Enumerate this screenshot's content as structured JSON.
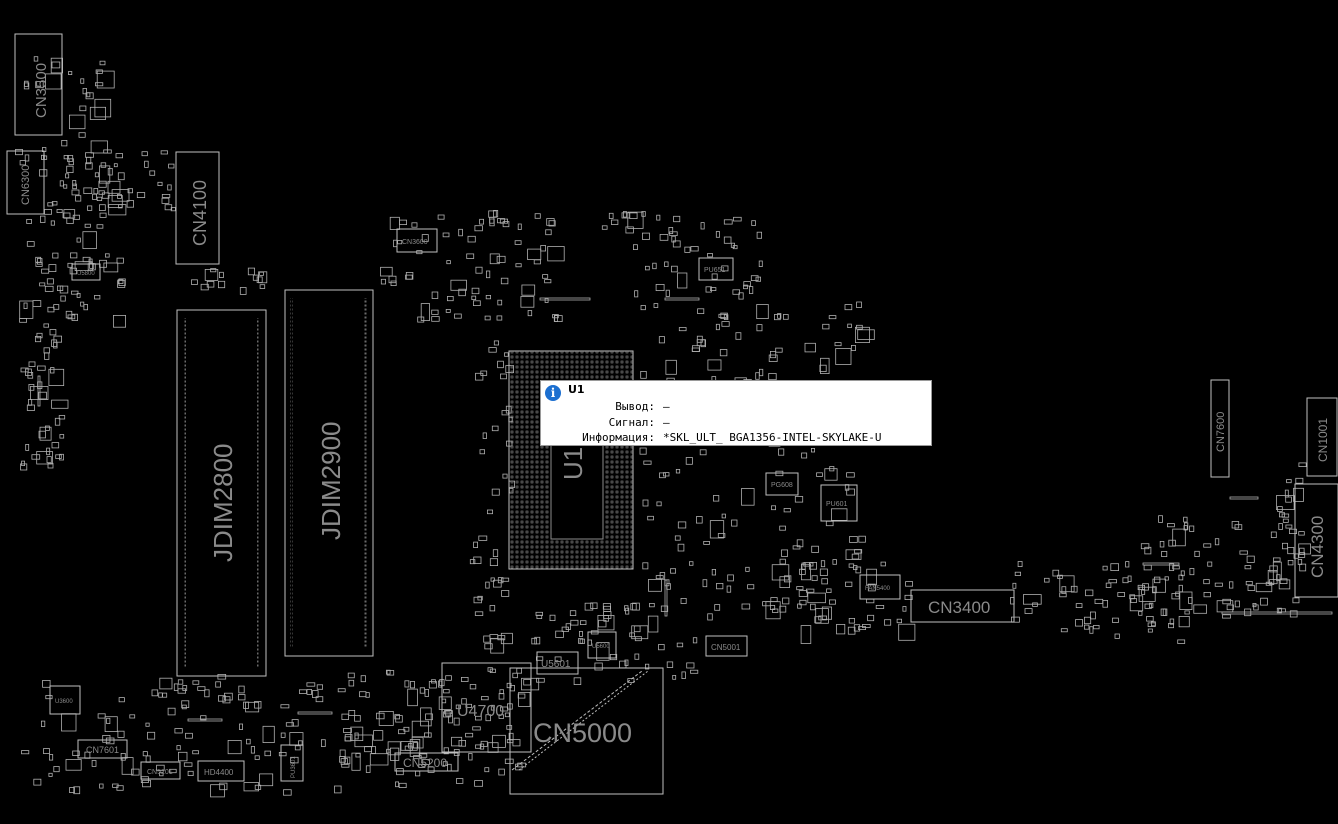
{
  "board": {
    "connectors": {
      "cn3500": "CN3500",
      "cn6300": "CN6300",
      "cn4100": "CN4100",
      "cn3600": "CN3600",
      "u5800": "U5800",
      "jdim2800": "JDIM2800",
      "jdim2900": "JDIM2900",
      "u1": "U1",
      "pu651": "PU651",
      "pg608": "PG608",
      "pu601": "PU601",
      "cn7600": "CN7600",
      "cn1001": "CN1001",
      "cn4300": "CN4300",
      "fan5400": "FAN5400",
      "cn3400": "CN3400",
      "cn5001": "CN5001",
      "u5601": "U5601",
      "u5600": "U5600",
      "u4700": "U4700",
      "cn5000": "CN5000",
      "cn5200": "CN5200",
      "u3600": "U3600",
      "cn7601": "CN7601",
      "cn5201": "CN5201",
      "hd4400": "HD4400",
      "pu3601": "PU3601"
    }
  },
  "tooltip": {
    "title": "U1",
    "pin_label": "Вывод:",
    "pin_value": "—",
    "signal_label": "Сигнал:",
    "signal_value": "—",
    "info_label": "Информация:",
    "info_value": "*SKL_ULT_ BGA1356-INTEL-SKYLAKE-U"
  },
  "colors": {
    "background": "#000000",
    "outline": "#bfbfbf",
    "label": "#8a8a8a",
    "info_icon": "#1c6fd0"
  }
}
